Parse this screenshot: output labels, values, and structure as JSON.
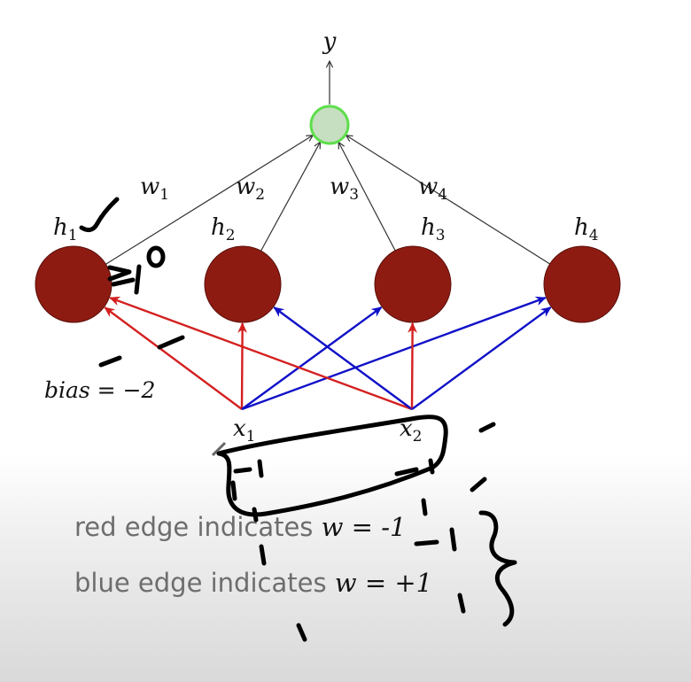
{
  "colors": {
    "hidden_fill": "#8e1b12",
    "output_fill": "#c6dfc0",
    "output_stroke": "#5ede4c",
    "red_edge": "#d41f1f",
    "blue_edge": "#1010c8",
    "black_edge": "#333333"
  },
  "diagram": {
    "output_label": "y",
    "hidden_nodes": [
      {
        "name": "h",
        "sub": "1"
      },
      {
        "name": "h",
        "sub": "2"
      },
      {
        "name": "h",
        "sub": "3"
      },
      {
        "name": "h",
        "sub": "4"
      }
    ],
    "weights": [
      {
        "name": "w",
        "sub": "1"
      },
      {
        "name": "w",
        "sub": "2"
      },
      {
        "name": "w",
        "sub": "3"
      },
      {
        "name": "w",
        "sub": "4"
      }
    ],
    "inputs": [
      {
        "name": "x",
        "sub": "1"
      },
      {
        "name": "x",
        "sub": "2"
      }
    ],
    "bias_label": "bias = −2",
    "edges": [
      {
        "from": "x1",
        "to": "h1",
        "color": "red"
      },
      {
        "from": "x1",
        "to": "h2",
        "color": "red"
      },
      {
        "from": "x1",
        "to": "h3",
        "color": "blue"
      },
      {
        "from": "x1",
        "to": "h4",
        "color": "blue"
      },
      {
        "from": "x2",
        "to": "h1",
        "color": "red"
      },
      {
        "from": "x2",
        "to": "h2",
        "color": "blue"
      },
      {
        "from": "x2",
        "to": "h3",
        "color": "red"
      },
      {
        "from": "x2",
        "to": "h4",
        "color": "blue"
      }
    ]
  },
  "legend": {
    "red_text": "red edge indicates",
    "red_eq": "w = -1",
    "blue_text": "blue edge indicates",
    "blue_eq": "w = +1"
  },
  "annotation_glyphs": {
    "check": "checkmark",
    "ge_zero": ">= 0"
  }
}
